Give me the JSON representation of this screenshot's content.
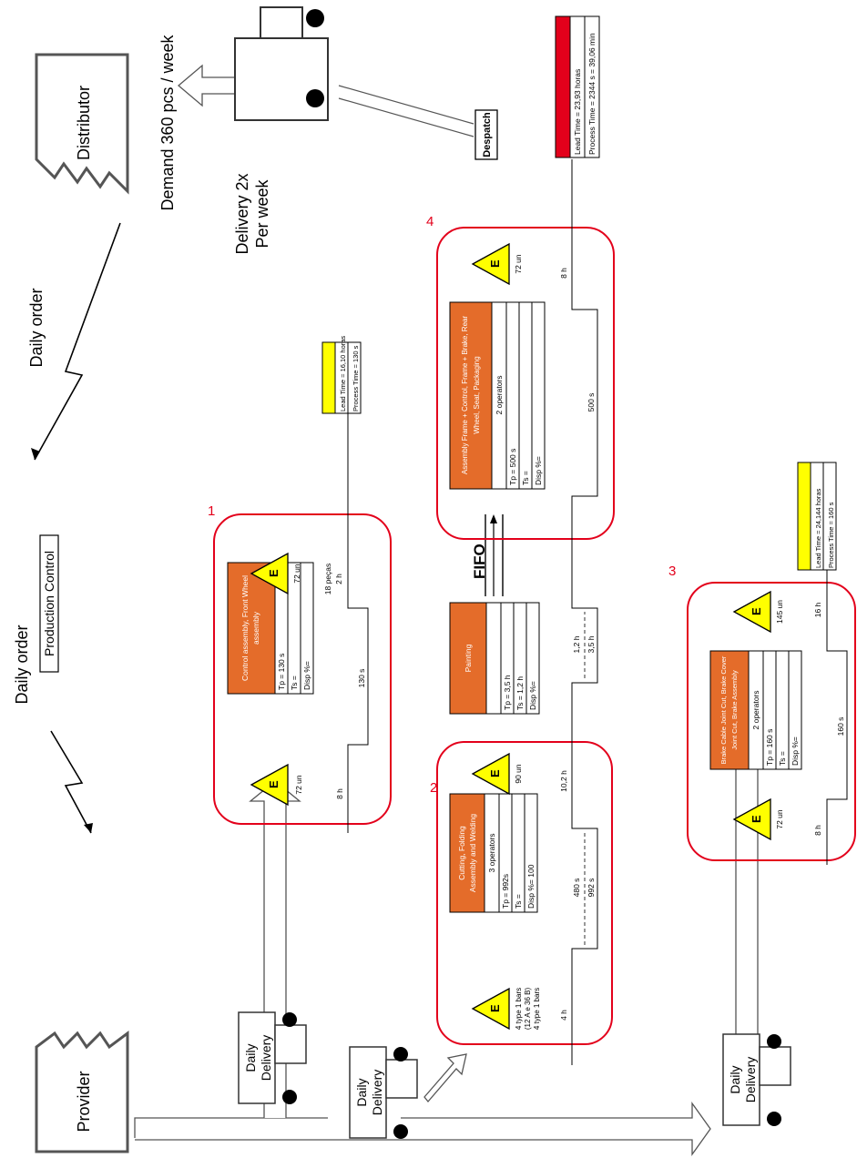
{
  "labels": {
    "provider": "Provider",
    "distributor": "Distributor",
    "demand": "Demand 360 pcs / week",
    "daily_order_top": "Daily order",
    "daily_order_left": "Daily order",
    "production_control": "Production Control",
    "delivery_line1": "Delivery 2x",
    "delivery_line2": "Per week",
    "despatch": "Despatch",
    "fifo": "FIFO",
    "truck_line1": "Daily",
    "truck_line2": "Delivery",
    "inventory_symbol": "E"
  },
  "processes": {
    "p1": {
      "number": "1",
      "title_line1": "Control assembly, Front Wheel",
      "title_line2": "assembly",
      "tp": "Tp = 130 s",
      "ts": "Ts =",
      "disp": "Disp %="
    },
    "p2": {
      "number": "2",
      "title_line1": "Cutting, Folding",
      "title_line2": "Assembly and Welding",
      "operators": "3 operators",
      "tp": "Tp = 992s",
      "ts": "Ts =",
      "disp": "Disp %= 100"
    },
    "painting": {
      "title": "Painting",
      "tp": "Tp = 3,5 h",
      "ts": "Ts = 1,2 h",
      "disp": "Disp %="
    },
    "p3": {
      "number": "3",
      "title_line1": "Brake Cable Joint Cut, Brake Cover",
      "title_line2": "Joint Cut, Brake Assembly",
      "operators": "2 operators",
      "tp": "Tp = 160 s",
      "ts": "Ts =",
      "disp": "Disp %="
    },
    "p4": {
      "number": "4",
      "title_line1": "Assembly Frame + Control, Frame + Brake, Rear",
      "title_line2": "Wheel, Seat, Packaging",
      "operators": "2 operators",
      "tp": "Tp = 500 s",
      "ts": "Ts =",
      "disp": "Disp %="
    }
  },
  "inventories": {
    "p1_before": "72 un",
    "p1_after": "72 un",
    "p1_note1": "18 peças",
    "p1_note2": "2 h",
    "p2_before_1": "4 type 1 bars",
    "p2_before_2": "(12 A e 36 B)",
    "p2_before_3": "4 type 1 bars",
    "p2_after": "90 un",
    "p3_before": "72 un",
    "p3_after": "145 un",
    "p4_after": "72 un"
  },
  "timeline_main": {
    "t_4h": "4 h",
    "t_480s": "480 s",
    "t_992s": "992 s",
    "t_10_2h": "10,2 h",
    "t_1_2h": "1,2 h",
    "t_3_5h": "3,5 h",
    "t_500s": "500 s",
    "t_8h": "8 h"
  },
  "timeline_p1": {
    "t_8h": "8 h",
    "t_130s": "130 s"
  },
  "timeline_p3": {
    "t_8h": "8 h",
    "t_160s": "160 s",
    "t_16h": "16 h"
  },
  "summaries": {
    "main": {
      "lead": "Lead Time = 23,93 horas",
      "process": "Process Time = 2344 s = 39,06 min",
      "color": "#e3001b"
    },
    "p1": {
      "lead": "Lead Time = 16,10 horas",
      "process": "Process Time = 130 s",
      "color": "#ffff00"
    },
    "p3": {
      "lead": "Lead Time = 24,144 horas",
      "process": "Process Time = 160 s",
      "color": "#ffff00"
    }
  },
  "colors": {
    "process_header": "#e46c2a",
    "kaizen_outline": "#e3001b",
    "inventory_fill": "#ffff00"
  }
}
